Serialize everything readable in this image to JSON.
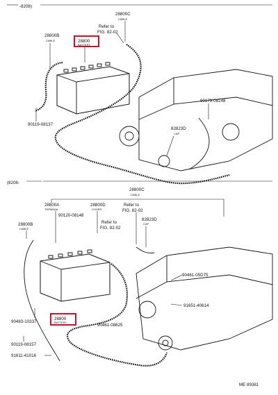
{
  "top": {
    "section_tag": "-8208)",
    "labels": {
      "cable_top_no": "28800C",
      "cable_top_name": "CABLE",
      "refer_to": "Refer to",
      "refer_fig": "FIG. 82-02",
      "cable_left_no": "28800B",
      "cable_left_name": "CABLE",
      "battery_no": "28800",
      "battery_name": "BATTERY",
      "bolt": "90119-08137",
      "bracket_bolt": "90179-08148",
      "cap_no": "82823D",
      "cap_name": "CAP"
    }
  },
  "bottom": {
    "section_tag": "(8208-",
    "labels": {
      "cable_top_no": "28800C",
      "cable_top_name": "CABLE",
      "terminal_no": "28800A",
      "terminal_name": "TERMINAL",
      "cover_no": "28800D",
      "cover_name": "COVER",
      "cover_nut": "90120-08148",
      "refer1": "Refer to",
      "refer1_fig": "FIG. 82-02",
      "refer2": "Refer to",
      "refer2_fig": "FIG. 82-02",
      "cap_no": "82823D",
      "cap_name": "CAP",
      "cable_left_no": "28800B",
      "cable_left_name": "CABLE",
      "nut_right": "90461-05D75",
      "clamp": "91651-40614",
      "bolt_a": "90483-10337",
      "battery_no": "28800",
      "battery_name": "BATTERY",
      "bolt_b": "90119-08157",
      "bolt_c": "91611-41016",
      "clip": "90461-08625"
    }
  },
  "footer": {
    "code": "ME 89381"
  }
}
